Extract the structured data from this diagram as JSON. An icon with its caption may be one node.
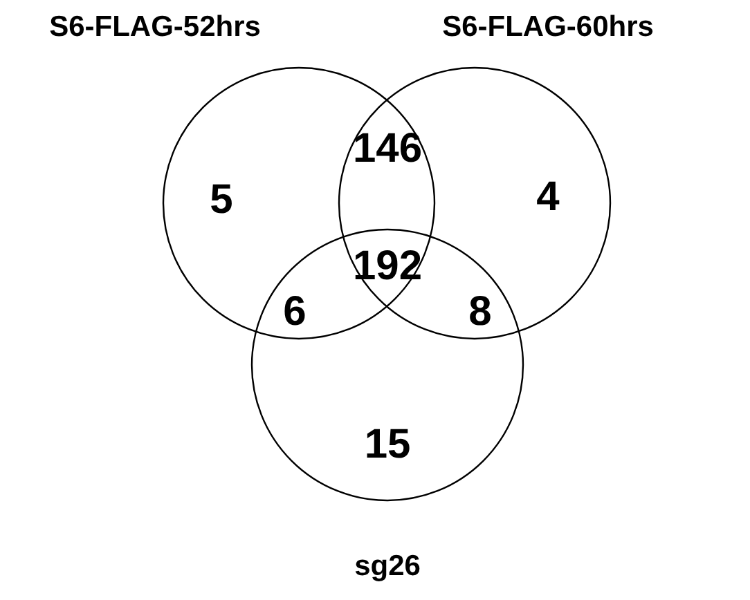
{
  "diagram": {
    "nodes": [
      {
        "text": [
          "S6-FLAG-52hrs"
        ]
      },
      {
        "text": [
          "S6-FLAG-60hrs"
        ]
      },
      {
        "text": [
          "sg26"
        ]
      }
    ],
    "labels": [
      "5",
      "146",
      "4",
      "192",
      "6",
      "8",
      "15"
    ]
  }
}
